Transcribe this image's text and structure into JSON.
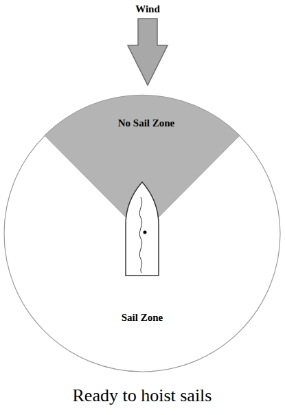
{
  "diagram": {
    "caption": "Ready to hoist sails",
    "nodes": [
      {
        "text": [
          "Sail Zone"
        ]
      },
      {
        "text": [
          "No Sail Zone"
        ],
        "in": 0
      }
    ],
    "labels": [
      "Wind"
    ]
  }
}
